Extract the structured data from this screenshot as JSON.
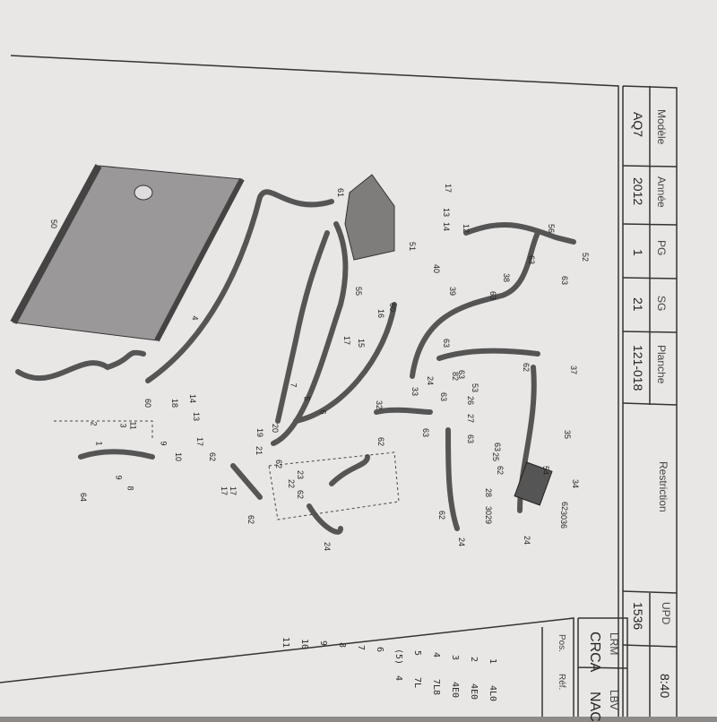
{
  "header": {
    "model_label": "Modèle",
    "model": "AQ7",
    "year_label": "Année",
    "year": "2012",
    "pg_label": "PG",
    "pg": "1",
    "sg_label": "SG",
    "sg": "21",
    "plate_label": "Planche",
    "plate": "121-018",
    "restriction_label": "Restriction",
    "upd_label": "UPD",
    "upd": "1536",
    "time": "8:40",
    "lrm_label": "LRM",
    "lrm": "CRCA",
    "lbv_label": "LBV",
    "lbv": "NAC"
  },
  "parts_table": {
    "pos_label": "Pos.",
    "ref_label": "Réf.",
    "rows": [
      {
        "pos": "1",
        "ref": "4L0"
      },
      {
        "pos": "2",
        "ref": "4E0"
      },
      {
        "pos": "3",
        "ref": "4E0"
      },
      {
        "pos": "4",
        "ref": "7L8"
      },
      {
        "pos": "5",
        "ref": "7L"
      },
      {
        "pos": "(5)",
        "ref": "4"
      },
      {
        "pos": "6",
        "ref": ""
      },
      {
        "pos": "7",
        "ref": ""
      },
      {
        "pos": "8",
        "ref": ""
      },
      {
        "pos": "9",
        "ref": ""
      },
      {
        "pos": "10",
        "ref": ""
      },
      {
        "pos": "11",
        "ref": ""
      }
    ]
  },
  "callouts": [
    "50",
    "4",
    "60",
    "61",
    "17",
    "12",
    "13",
    "14",
    "56",
    "52",
    "63",
    "63",
    "51",
    "40",
    "38",
    "63",
    "39",
    "55",
    "16",
    "60",
    "15",
    "17",
    "7",
    "63",
    "37",
    "62",
    "6",
    "5",
    "18",
    "14",
    "13",
    "3",
    "2",
    "1",
    "11",
    "9",
    "10",
    "8",
    "9",
    "64",
    "17",
    "62",
    "19",
    "21",
    "62",
    "20",
    "22",
    "23",
    "62",
    "17",
    "17",
    "62",
    "24",
    "32",
    "62",
    "33",
    "24",
    "53",
    "63",
    "63",
    "26",
    "27",
    "63",
    "63",
    "25",
    "62",
    "35",
    "34",
    "54",
    "62",
    "30",
    "36",
    "28",
    "30",
    "29",
    "62",
    "24",
    "24",
    "82",
    "63"
  ]
}
